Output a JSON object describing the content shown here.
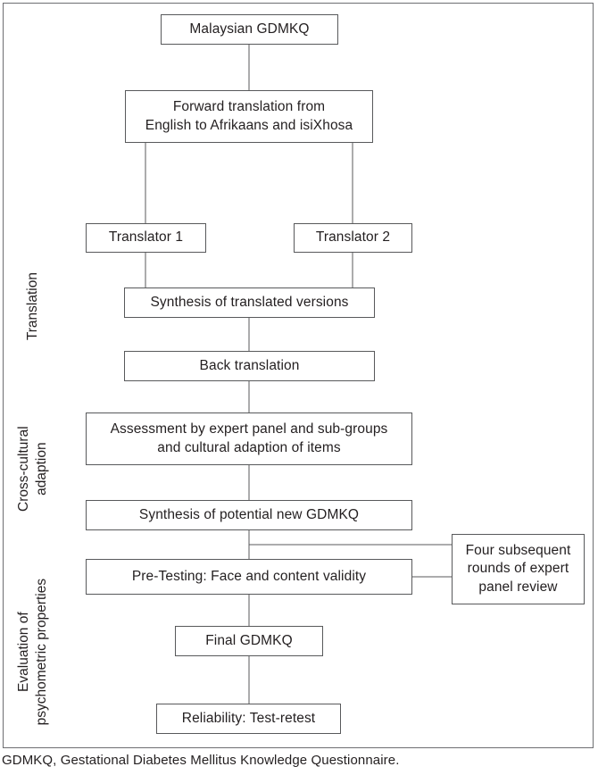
{
  "figure": {
    "caption": "GDMKQ, Gestational Diabetes Mellitus Knowledge Questionnaire.",
    "frame_color": "#6d6e71",
    "box_border_color": "#58595b",
    "connector_color": "#58595b",
    "text_color": "#231f20",
    "background": "#ffffff"
  },
  "stages": [
    {
      "id": "translation",
      "label": "Translation"
    },
    {
      "id": "cross-cultural-adaption",
      "label": "Cross-cultural\nadaption",
      "line1": "Cross-cultural",
      "line2": "adaption"
    },
    {
      "id": "evaluation-psychometric",
      "label": "Evaluation of\npsychometric properties",
      "line1": "Evaluation of",
      "line2": "psychometric properties"
    }
  ],
  "nodes": [
    {
      "id": "malaysian-gdmkq",
      "text": "Malaysian GDMKQ",
      "stage": "translation"
    },
    {
      "id": "forward-translation",
      "line1": "Forward translation from",
      "line2": "English to Afrikaans and isiXhosa",
      "stage": "translation"
    },
    {
      "id": "translator-1",
      "text": "Translator 1",
      "stage": "translation"
    },
    {
      "id": "translator-2",
      "text": "Translator 2",
      "stage": "translation"
    },
    {
      "id": "synthesis-translated-versions",
      "text": "Synthesis of translated versions",
      "stage": "translation"
    },
    {
      "id": "back-translation",
      "text": "Back translation",
      "stage": "translation"
    },
    {
      "id": "assessment-expert-panel",
      "line1": "Assessment by expert panel and sub-groups",
      "line2": "and cultural adaption of items",
      "stage": "cross-cultural-adaption"
    },
    {
      "id": "synthesis-potential-new-gdmkq",
      "text": "Synthesis of potential new GDMKQ",
      "stage": "cross-cultural-adaption"
    },
    {
      "id": "pre-testing",
      "text": "Pre-Testing: Face and content validity",
      "stage": "evaluation-psychometric"
    },
    {
      "id": "four-subsequent-rounds",
      "line1": "Four subsequent",
      "line2": "rounds of expert",
      "line3": "panel review",
      "stage": "evaluation-psychometric"
    },
    {
      "id": "final-gdmkq",
      "text": "Final GDMKQ",
      "stage": "evaluation-psychometric"
    },
    {
      "id": "reliability-test-retest",
      "text": "Reliability: Test-retest",
      "stage": "evaluation-psychometric"
    }
  ],
  "connections": [
    {
      "from": "malaysian-gdmkq",
      "to": "forward-translation"
    },
    {
      "from": "forward-translation",
      "to": "translator-1"
    },
    {
      "from": "forward-translation",
      "to": "translator-2"
    },
    {
      "from": "translator-1",
      "to": "synthesis-translated-versions"
    },
    {
      "from": "translator-2",
      "to": "synthesis-translated-versions"
    },
    {
      "from": "synthesis-translated-versions",
      "to": "back-translation"
    },
    {
      "from": "back-translation",
      "to": "assessment-expert-panel"
    },
    {
      "from": "assessment-expert-panel",
      "to": "synthesis-potential-new-gdmkq"
    },
    {
      "from": "synthesis-potential-new-gdmkq",
      "to": "pre-testing"
    },
    {
      "from": "synthesis-potential-new-gdmkq",
      "to": "four-subsequent-rounds"
    },
    {
      "from": "pre-testing",
      "to": "four-subsequent-rounds"
    },
    {
      "from": "pre-testing",
      "to": "final-gdmkq"
    },
    {
      "from": "final-gdmkq",
      "to": "reliability-test-retest"
    }
  ]
}
